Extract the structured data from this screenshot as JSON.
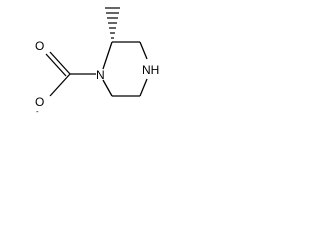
{
  "molecule": {
    "atoms": {
      "carbonyl_oxygen": "O",
      "oxide_oxygen": "O",
      "oxide_charge": "-",
      "ring_nitrogen_1": "N",
      "ring_nitrogen_4": "NH"
    },
    "colors": {
      "bond": "#000000",
      "text": "#000000",
      "background": "#ffffff"
    }
  }
}
